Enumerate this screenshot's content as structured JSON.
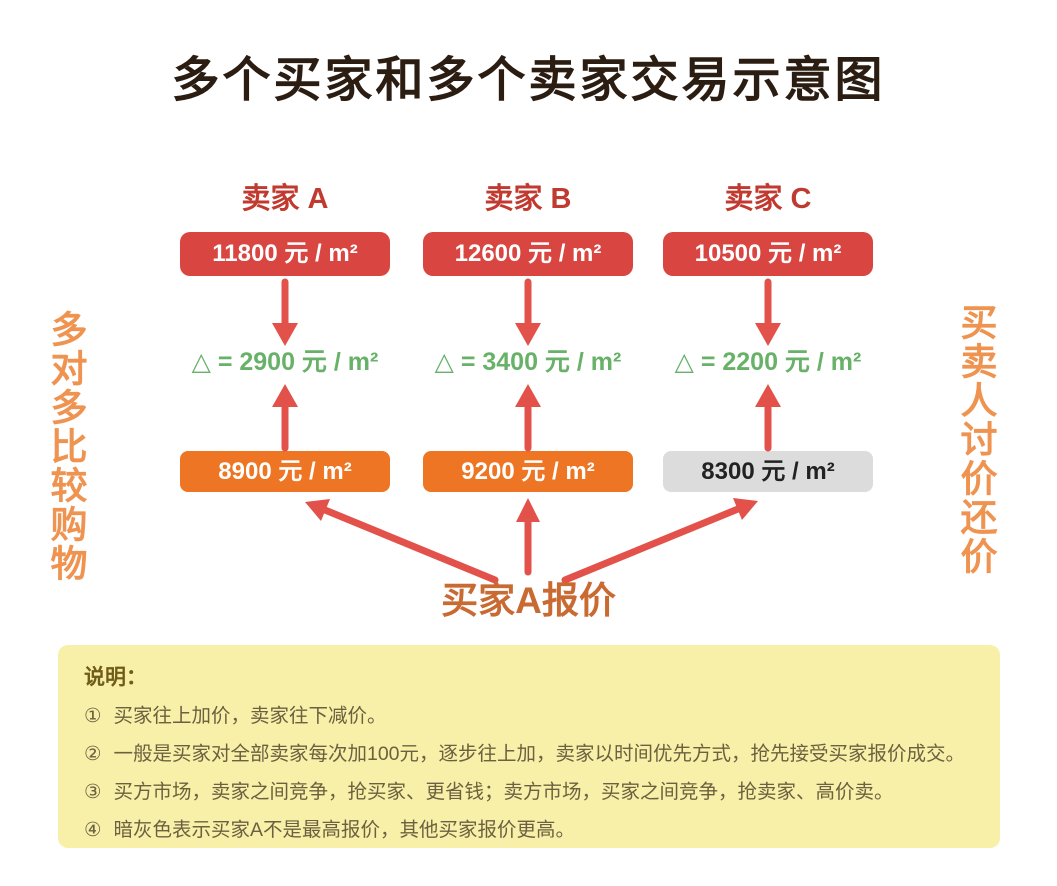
{
  "title": "多个买家和多个卖家交易示意图",
  "left_label": "多对多比较购物",
  "right_label": "买卖人讨价还价",
  "buyer_offer_label": "买家A报价",
  "columns": [
    {
      "seller": "卖家 A",
      "ask": "11800 元 / m²",
      "delta": "△ = 2900 元 / m²",
      "bid": "8900 元 / m²",
      "bid_variant": "orange"
    },
    {
      "seller": "卖家 B",
      "ask": "12600 元 / m²",
      "delta": "△ = 3400 元 / m²",
      "bid": "9200 元 / m²",
      "bid_variant": "orange"
    },
    {
      "seller": "卖家 C",
      "ask": "10500 元 / m²",
      "delta": "△ = 2200 元 / m²",
      "bid": "8300 元 / m²",
      "bid_variant": "gray"
    }
  ],
  "notes": {
    "heading": "说明：",
    "items": [
      {
        "num": "①",
        "text": "买家往上加价，卖家往下减价。"
      },
      {
        "num": "②",
        "text": "一般是买家对全部卖家每次加100元，逐步往上加，卖家以时间优先方式，抢先接受买家报价成交。"
      },
      {
        "num": "③",
        "text": "买方市场，卖家之间竞争，抢买家、更省钱；卖方市场，买家之间竞争，抢卖家、高价卖。"
      },
      {
        "num": "④",
        "text": "暗灰色表示买家A不是最高报价，其他买家报价更高。"
      }
    ]
  },
  "colors": {
    "title": "#2b1d12",
    "seller": "#c13a30",
    "ask-bg": "#d94540",
    "box-text": "#ffffff",
    "arrow": "#e2514a",
    "delta": "#67b168",
    "bid-bg": "#ee7523",
    "gray-bg": "#dcdcdc",
    "gray-text": "#222222",
    "side": "#ef9350",
    "buyer": "#c96a33",
    "panel-bg": "#f8f0a9",
    "panel-head": "#6f5c1b",
    "panel-text": "#6b6140"
  }
}
